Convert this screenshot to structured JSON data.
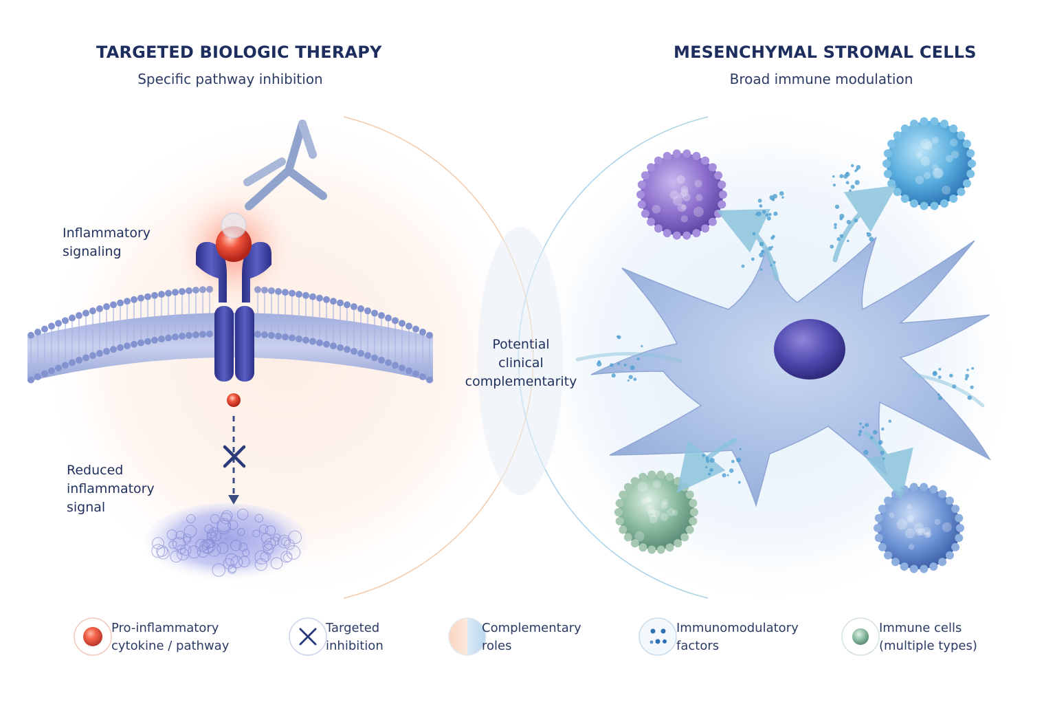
{
  "left_panel": {
    "title": "TARGETED BIOLOGIC THERAPY",
    "subtitle": "Specific pathway inhibition",
    "label_signaling_line1": "Inflammatory",
    "label_signaling_line2": "signaling",
    "label_reduced_line1": "Reduced",
    "label_reduced_line2": "inflammatory",
    "label_reduced_line3": "signal"
  },
  "right_panel": {
    "title": "MESENCHYMAL STROMAL CELLS",
    "subtitle": "Broad immune modulation"
  },
  "overlap": {
    "line1": "Potential",
    "line2": "clinical",
    "line3": "complementarity"
  },
  "legend": [
    {
      "icon": "red-cytokine-icon",
      "line1": "Pro-inflammatory",
      "line2": "cytokine / pathway"
    },
    {
      "icon": "x-inhibition-icon",
      "line1": "Targeted",
      "line2": "inhibition"
    },
    {
      "icon": "split-circle-icon",
      "line1": "Complementary",
      "line2": "roles"
    },
    {
      "icon": "dots-factors-icon",
      "line1": "Immunomodulatory",
      "line2": "factors"
    },
    {
      "icon": "immune-cell-icon",
      "line1": "Immune cells",
      "line2": "(multiple types)"
    }
  ],
  "colors": {
    "heading": "#1c2d5e",
    "membrane": "#7d8fd0",
    "receptor": "#3a3f9e",
    "cytokine": "#e8452f",
    "msc_cell": "#9fb6e0",
    "left_glow": "#fde3d6",
    "right_glow": "#dcecf7"
  }
}
